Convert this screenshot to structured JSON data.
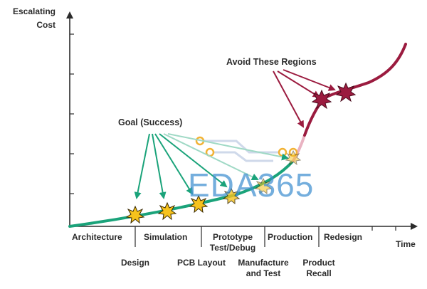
{
  "axes": {
    "y_title_line1": "Escalating",
    "y_title_line2": "Cost",
    "x_title": "Time"
  },
  "phases_top": [
    "Architecture",
    "Simulation",
    "Prototype",
    "Test/Debug",
    "Production",
    "Redesign"
  ],
  "phases_bottom": [
    "Design",
    "PCB Layout",
    "Manufacture",
    "and Test",
    "Product",
    "Recall"
  ],
  "callouts": {
    "avoid": "Avoid These Regions",
    "goal": "Goal (Success)"
  },
  "watermark": "EDA365",
  "colors": {
    "goal_green": "#1aa37a",
    "avoid_red": "#9b1b3f",
    "star_yellow": "#f6c21c",
    "axis": "#2b2b2b",
    "trace_blue": "#cfd9ea",
    "pad_orange": "#f2b233"
  }
}
